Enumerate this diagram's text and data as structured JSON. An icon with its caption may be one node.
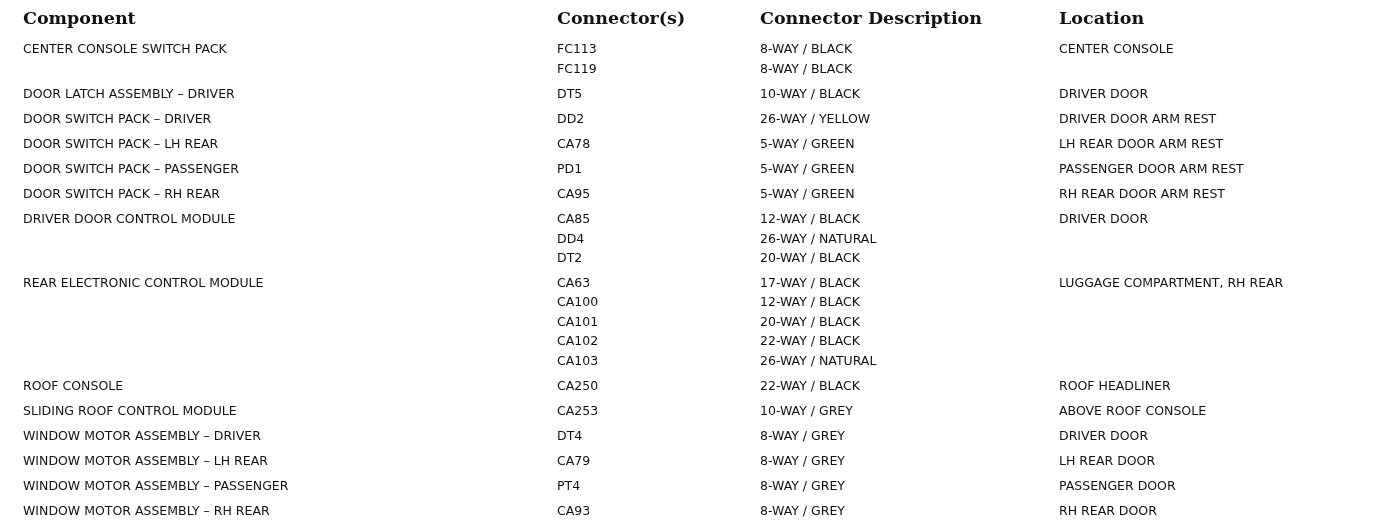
{
  "diagram": {
    "labels": [
      "Component",
      "Connector(s)",
      "Connector Description",
      "Location",
      "CENTER CONSOLE SWITCH PACK",
      "FC113",
      "8-WAY / BLACK",
      "CENTER CONSOLE",
      "FC119",
      "8-WAY / BLACK",
      "DOOR LATCH ASSEMBLY – DRIVER",
      "DT5",
      "10-WAY / BLACK",
      "DRIVER DOOR",
      "DOOR SWITCH PACK – DRIVER",
      "DD2",
      "26-WAY / YELLOW",
      "DRIVER DOOR ARM REST",
      "DOOR SWITCH PACK – LH REAR",
      "CA78",
      "5-WAY / GREEN",
      "LH REAR DOOR ARM REST",
      "DOOR SWITCH PACK – PASSENGER",
      "PD1",
      "5-WAY / GREEN",
      "PASSENGER DOOR ARM REST",
      "DOOR SWITCH PACK – RH REAR",
      "CA95",
      "5-WAY / GREEN",
      "RH REAR DOOR ARM REST",
      "DRIVER DOOR CONTROL MODULE",
      "CA85",
      "12-WAY / BLACK",
      "DRIVER DOOR",
      "DD4",
      "26-WAY / NATURAL",
      "DT2",
      "20-WAY / BLACK",
      "REAR ELECTRONIC CONTROL MODULE",
      "CA63",
      "17-WAY / BLACK",
      "LUGGAGE COMPARTMENT, RH REAR",
      "CA100",
      "12-WAY / BLACK",
      "CA101",
      "20-WAY / BLACK",
      "CA102",
      "22-WAY / BLACK",
      "CA103",
      "26-WAY / NATURAL",
      "ROOF CONSOLE",
      "CA250",
      "22-WAY / BLACK",
      "ROOF HEADLINER",
      "SLIDING ROOF CONTROL MODULE",
      "CA253",
      "10-WAY / GREY",
      "ABOVE ROOF CONSOLE",
      "WINDOW MOTOR ASSEMBLY – DRIVER",
      "DT4",
      "8-WAY / GREY",
      "DRIVER DOOR",
      "WINDOW MOTOR ASSEMBLY – LH REAR",
      "CA79",
      "8-WAY / GREY",
      "LH REAR DOOR",
      "WINDOW MOTOR ASSEMBLY – PASSENGER",
      "PT4",
      "8-WAY / GREY",
      "PASSENGER DOOR",
      "WINDOW MOTOR ASSEMBLY – RH REAR",
      "CA93",
      "8-WAY / GREY",
      "RH REAR DOOR"
    ]
  }
}
